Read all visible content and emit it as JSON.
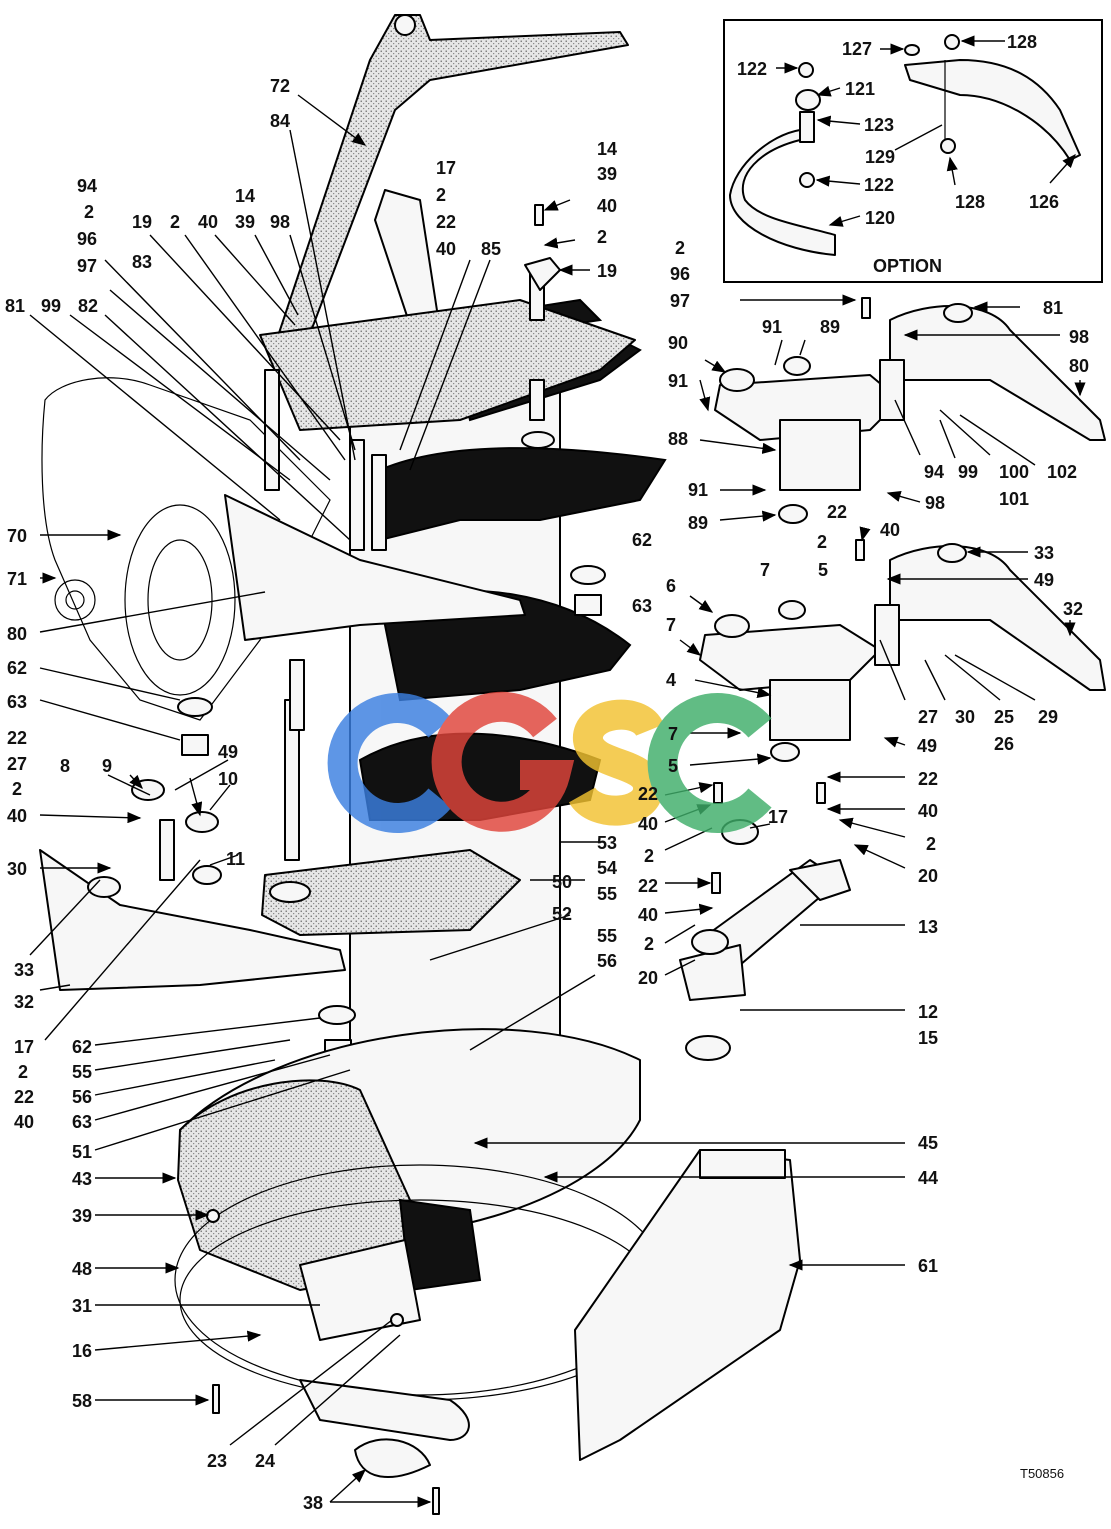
{
  "figure_id": "T50856",
  "inset_title": "OPTION",
  "watermark_text": "CGSC",
  "colors": {
    "ink": "#000000",
    "paper": "#ffffff",
    "wm_blue": "#3b7fe0",
    "wm_red": "#e0453b",
    "wm_yellow": "#f2c230",
    "wm_green": "#3fae6a"
  },
  "callouts": [
    {
      "text": "72"
    },
    {
      "text": "84"
    },
    {
      "text": "17"
    },
    {
      "text": "2"
    },
    {
      "text": "22"
    },
    {
      "text": "40"
    },
    {
      "text": "85"
    },
    {
      "text": "14"
    },
    {
      "text": "39"
    },
    {
      "text": "40"
    },
    {
      "text": "2"
    },
    {
      "text": "19"
    },
    {
      "text": "94"
    },
    {
      "text": "2"
    },
    {
      "text": "96"
    },
    {
      "text": "97"
    },
    {
      "text": "14"
    },
    {
      "text": "39"
    },
    {
      "text": "98"
    },
    {
      "text": "19"
    },
    {
      "text": "2"
    },
    {
      "text": "40"
    },
    {
      "text": "83"
    },
    {
      "text": "81"
    },
    {
      "text": "99"
    },
    {
      "text": "82"
    },
    {
      "text": "70"
    },
    {
      "text": "71"
    },
    {
      "text": "80"
    },
    {
      "text": "62"
    },
    {
      "text": "63"
    },
    {
      "text": "22"
    },
    {
      "text": "27"
    },
    {
      "text": "2"
    },
    {
      "text": "40"
    },
    {
      "text": "8"
    },
    {
      "text": "9"
    },
    {
      "text": "49"
    },
    {
      "text": "10"
    },
    {
      "text": "30"
    },
    {
      "text": "11"
    },
    {
      "text": "33"
    },
    {
      "text": "32"
    },
    {
      "text": "17"
    },
    {
      "text": "2"
    },
    {
      "text": "22"
    },
    {
      "text": "40"
    },
    {
      "text": "62"
    },
    {
      "text": "55"
    },
    {
      "text": "56"
    },
    {
      "text": "63"
    },
    {
      "text": "51"
    },
    {
      "text": "62"
    },
    {
      "text": "63"
    },
    {
      "text": "53"
    },
    {
      "text": "54"
    },
    {
      "text": "55"
    },
    {
      "text": "50"
    },
    {
      "text": "52"
    },
    {
      "text": "55"
    },
    {
      "text": "56"
    },
    {
      "text": "2"
    },
    {
      "text": "96"
    },
    {
      "text": "97"
    },
    {
      "text": "91"
    },
    {
      "text": "89"
    },
    {
      "text": "81"
    },
    {
      "text": "98"
    },
    {
      "text": "90"
    },
    {
      "text": "80"
    },
    {
      "text": "91"
    },
    {
      "text": "88"
    },
    {
      "text": "94"
    },
    {
      "text": "99"
    },
    {
      "text": "100"
    },
    {
      "text": "102"
    },
    {
      "text": "101"
    },
    {
      "text": "91"
    },
    {
      "text": "98"
    },
    {
      "text": "89"
    },
    {
      "text": "22"
    },
    {
      "text": "2"
    },
    {
      "text": "40"
    },
    {
      "text": "33"
    },
    {
      "text": "49"
    },
    {
      "text": "6"
    },
    {
      "text": "7"
    },
    {
      "text": "5"
    },
    {
      "text": "32"
    },
    {
      "text": "7"
    },
    {
      "text": "4"
    },
    {
      "text": "27"
    },
    {
      "text": "30"
    },
    {
      "text": "25"
    },
    {
      "text": "29"
    },
    {
      "text": "26"
    },
    {
      "text": "7"
    },
    {
      "text": "49"
    },
    {
      "text": "5"
    },
    {
      "text": "22"
    },
    {
      "text": "22"
    },
    {
      "text": "40"
    },
    {
      "text": "40"
    },
    {
      "text": "17"
    },
    {
      "text": "2"
    },
    {
      "text": "2"
    },
    {
      "text": "20"
    },
    {
      "text": "22"
    },
    {
      "text": "13"
    },
    {
      "text": "40"
    },
    {
      "text": "2"
    },
    {
      "text": "20"
    },
    {
      "text": "12"
    },
    {
      "text": "15"
    },
    {
      "text": "45"
    },
    {
      "text": "44"
    },
    {
      "text": "43"
    },
    {
      "text": "39"
    },
    {
      "text": "61"
    },
    {
      "text": "48"
    },
    {
      "text": "31"
    },
    {
      "text": "16"
    },
    {
      "text": "58"
    },
    {
      "text": "23"
    },
    {
      "text": "24"
    },
    {
      "text": "38"
    },
    {
      "text": "127"
    },
    {
      "text": "128"
    },
    {
      "text": "122"
    },
    {
      "text": "121"
    },
    {
      "text": "123"
    },
    {
      "text": "129"
    },
    {
      "text": "122"
    },
    {
      "text": "128"
    },
    {
      "text": "126"
    },
    {
      "text": "120"
    }
  ]
}
